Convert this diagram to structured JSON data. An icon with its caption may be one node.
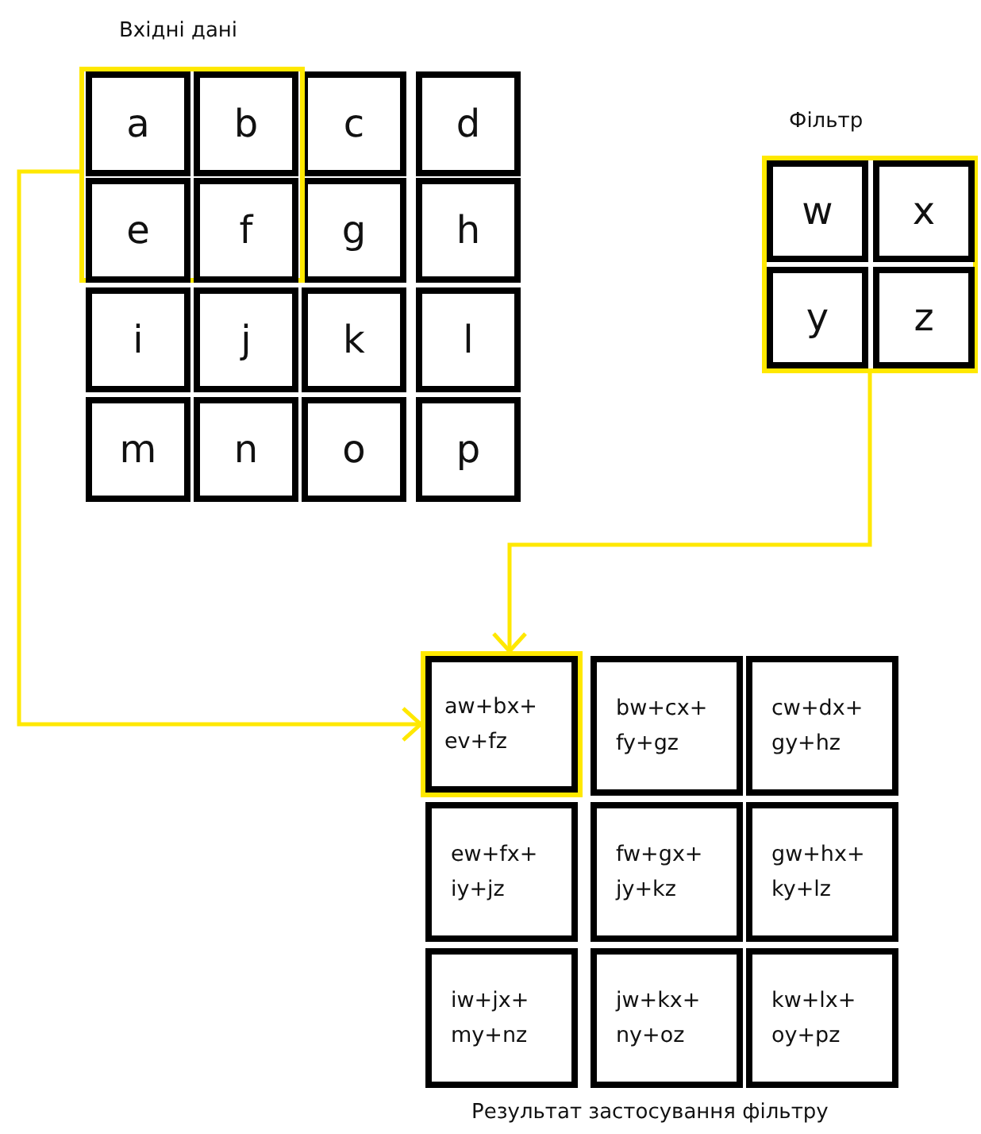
{
  "diagram": {
    "nodes": [
      {
        "text": [],
        "shape": "box"
      },
      {
        "text": [
          "a"
        ],
        "in": 0
      },
      {
        "text": [
          "b"
        ],
        "in": 0
      },
      {
        "text": [
          "c"
        ]
      },
      {
        "text": [
          "d"
        ]
      },
      {
        "text": [
          "e"
        ],
        "in": 0
      },
      {
        "text": [
          "f"
        ],
        "in": 0
      },
      {
        "text": [
          "g"
        ]
      },
      {
        "text": [
          "h"
        ]
      },
      {
        "text": [
          "i"
        ]
      },
      {
        "text": [
          "j"
        ]
      },
      {
        "text": [
          "k"
        ]
      },
      {
        "text": [
          "l"
        ]
      },
      {
        "text": [
          "m"
        ]
      },
      {
        "text": [
          "n"
        ]
      },
      {
        "text": [
          "o"
        ]
      },
      {
        "text": [
          "p"
        ]
      },
      {
        "text": [
          "Фільтр"
        ]
      },
      {
        "text": [
          "w"
        ],
        "in": 17
      },
      {
        "text": [
          "x"
        ],
        "in": 17
      },
      {
        "text": [
          "y"
        ],
        "in": 17
      },
      {
        "text": [
          "z"
        ],
        "in": 17
      },
      {
        "text": [
          "aw+bx+ ev+fz"
        ]
      },
      {
        "text": [
          "bw+cx+ fy+gz"
        ]
      },
      {
        "text": [
          "cw+dx+ gy+hz"
        ]
      },
      {
        "text": [
          "ew+fx+ iy+jz"
        ]
      },
      {
        "text": [
          "fw+gx+ jy+kz"
        ]
      },
      {
        "text": [
          "gw+hx+ ky+lz"
        ]
      },
      {
        "text": [
          "iw+jx+ my+nz"
        ]
      },
      {
        "text": [
          "jw+kx+ ny+oz"
        ]
      },
      {
        "text": [
          "kw+lx+ oy+pz"
        ]
      }
    ],
    "edges": [
      {
        "from": 0,
        "to": 22,
        "arrow": "to",
        "color": "#ffe800"
      },
      {
        "from": 17,
        "to": 22,
        "arrow": "to",
        "color": "#ffe800"
      }
    ],
    "labels": [
      "Вхідні дані",
      "Результат застосування фільтру"
    ]
  }
}
